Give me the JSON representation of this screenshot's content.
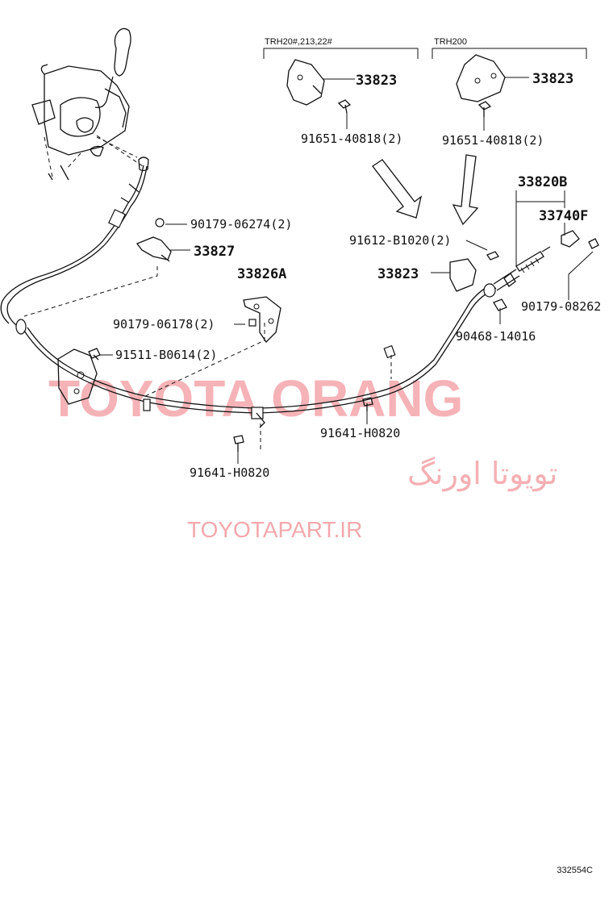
{
  "groups": {
    "left": "TRH20#,213,22#",
    "right": "TRH200"
  },
  "labels": {
    "p33823_a": "33823",
    "p91651_a": "91651-40818(2)",
    "p33823_b": "33823",
    "p91651_b": "91651-40818(2)",
    "p33820B": "33820B",
    "p33740F": "33740F",
    "p91612": "91612-B1020(2)",
    "p33823_c": "33823",
    "p90179_08262": "90179-08262",
    "p90468": "90468-14016",
    "p90179_06274": "90179-06274(2)",
    "p33827": "33827",
    "p33826A": "33826A",
    "p90179_06178": "90179-06178(2)",
    "p91511": "91511-B0614(2)",
    "p91641_a": "91641-H0820",
    "p91641_b": "91641-H0820"
  },
  "watermark": {
    "brand": "TOYOTA ORANG",
    "persian": "تویوتا اورنگ",
    "url": "TOYOTAPART.IR"
  },
  "figure_id": "332554C"
}
